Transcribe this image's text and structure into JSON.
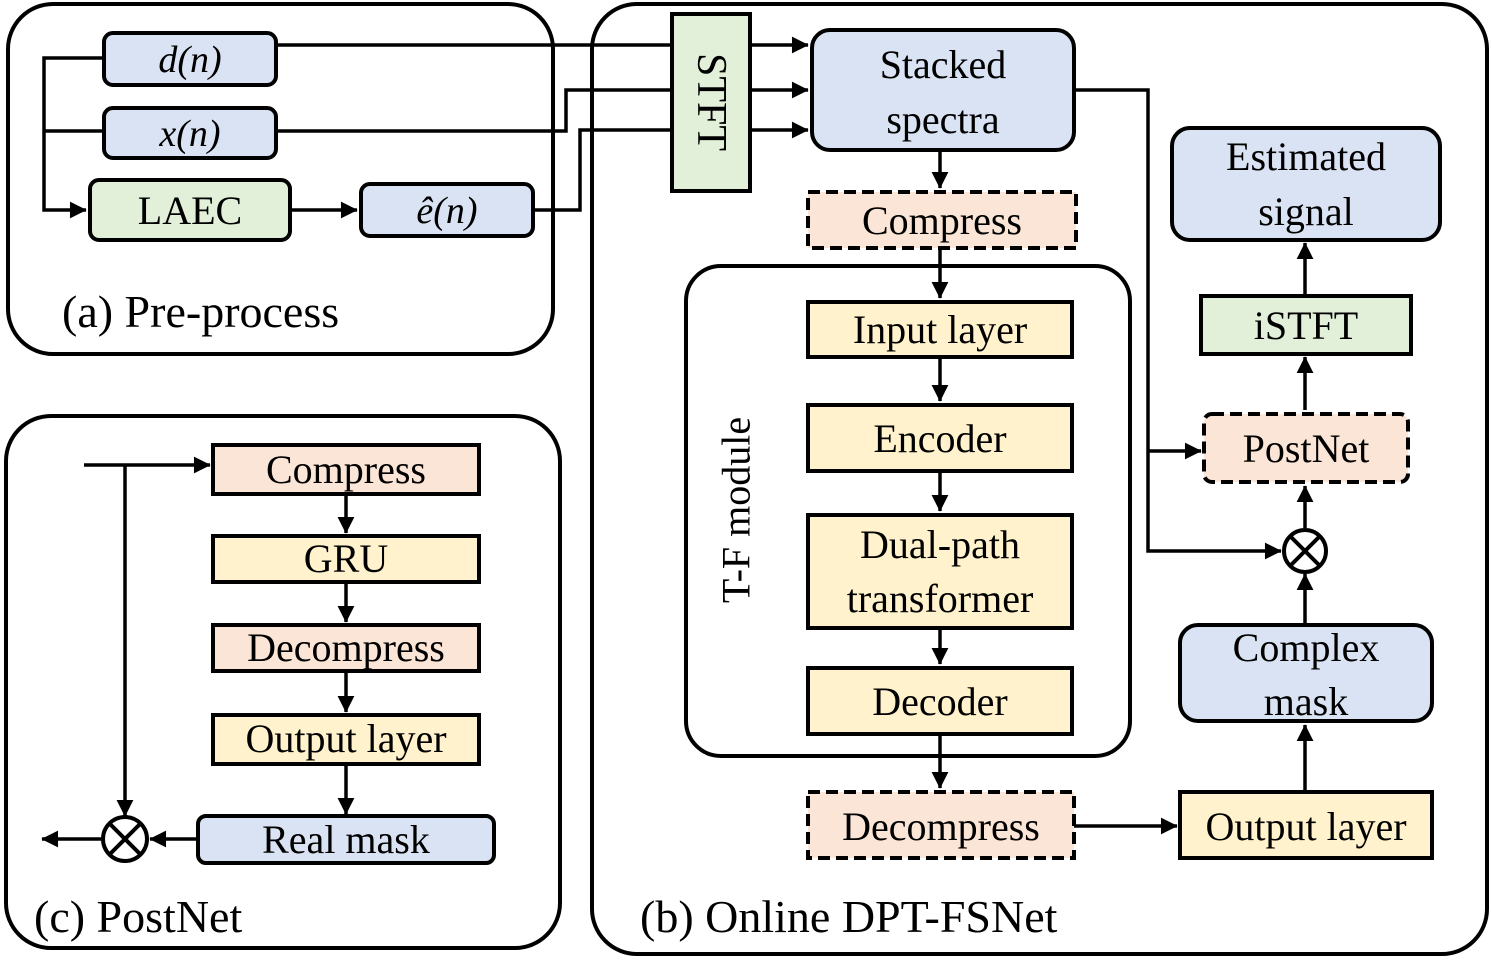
{
  "colors": {
    "blue": "#dae3f3",
    "green": "#e2f0d9",
    "pink": "#fbe5d6",
    "yellow": "#fff2cc",
    "stroke": "#000000"
  },
  "panels": {
    "preprocess": "(a) Pre-process",
    "online": "(b) Online DPT-FSNet",
    "postnet": "(c) PostNet"
  },
  "preprocess": {
    "d": "d(n)",
    "x": "x(n)",
    "laec": "LAEC",
    "e": "ê(n)"
  },
  "online": {
    "stft": "STFT",
    "stacked_1": "Stacked",
    "stacked_2": "spectra",
    "compress": "Compress",
    "tf_module": "T-F module",
    "input_layer": "Input layer",
    "encoder": "Encoder",
    "dualpath_1": "Dual-path",
    "dualpath_2": "transformer",
    "decoder": "Decoder",
    "decompress": "Decompress",
    "output_layer": "Output layer",
    "complex_1": "Complex",
    "complex_2": "mask",
    "postnet": "PostNet",
    "istft": "iSTFT",
    "est_1": "Estimated",
    "est_2": "signal"
  },
  "postnet": {
    "compress": "Compress",
    "gru": "GRU",
    "decompress": "Decompress",
    "output_layer": "Output layer",
    "real_mask": "Real mask"
  }
}
